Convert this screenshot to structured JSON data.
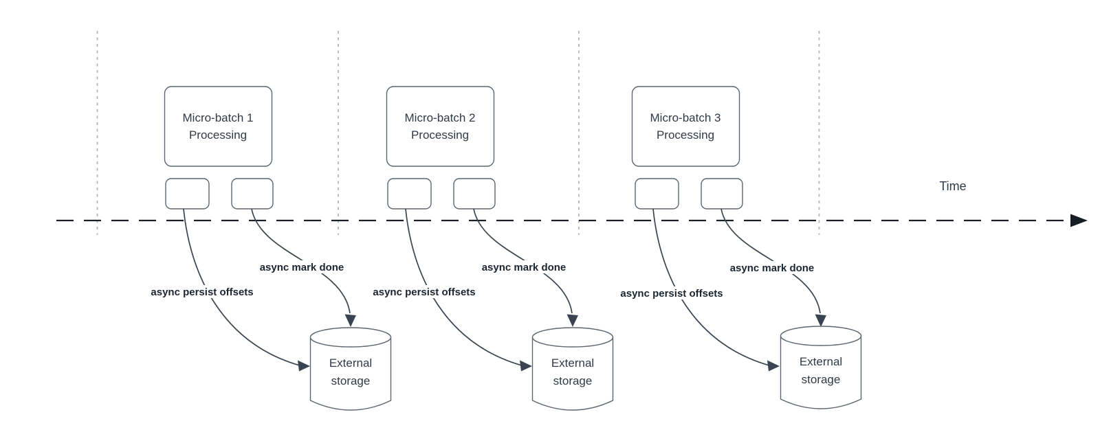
{
  "timeline": {
    "label": "Time"
  },
  "batches": [
    {
      "box_line1": "Micro-batch 1",
      "box_line2": "Processing",
      "persist_label": "async persist offsets",
      "done_label": "async mark done",
      "storage_line1": "External",
      "storage_line2": "storage"
    },
    {
      "box_line1": "Micro-batch 2",
      "box_line2": "Processing",
      "persist_label": "async persist offsets",
      "done_label": "async mark done",
      "storage_line1": "External",
      "storage_line2": "storage"
    },
    {
      "box_line1": "Micro-batch 3",
      "box_line2": "Processing",
      "persist_label": "async persist offsets",
      "done_label": "async mark done",
      "storage_line1": "External",
      "storage_line2": "storage"
    }
  ],
  "colors": {
    "timeline": "#191d24",
    "guide": "#aeb1b6",
    "border": "#5d656f",
    "arrow": "#3a4450",
    "text": "#2f3a47",
    "label": "#1b2530",
    "background": "#ffffff"
  }
}
